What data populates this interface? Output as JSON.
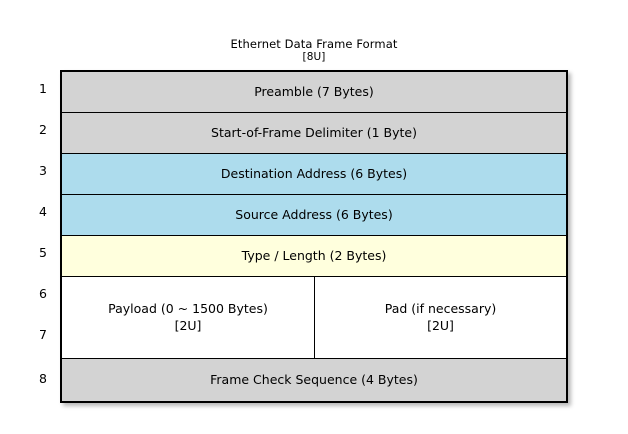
{
  "diagram": {
    "title": "Ethernet Data Frame Format",
    "subtitle": "[8U]",
    "row_numbers": [
      "1",
      "2",
      "3",
      "4",
      "5",
      "6",
      "7",
      "8"
    ],
    "colors": {
      "header_fill": "#d3d3d3",
      "address_fill": "#addced",
      "type_fill": "#ffffdd",
      "payload_fill": "#ffffff",
      "border": "#000000",
      "page_background": "#ffffff"
    },
    "rows": [
      {
        "number": "1",
        "label": "Preamble (7 Bytes)",
        "fill": "header_fill"
      },
      {
        "number": "2",
        "label": "Start-of-Frame Delimiter (1 Byte)",
        "fill": "header_fill"
      },
      {
        "number": "3",
        "label": "Destination Address (6 Bytes)",
        "fill": "address_fill"
      },
      {
        "number": "4",
        "label": "Source Address (6 Bytes)",
        "fill": "address_fill"
      },
      {
        "number": "5",
        "label": "Type / Length (2 Bytes)",
        "fill": "type_fill"
      },
      {
        "number": "6-7",
        "fill": "payload_fill",
        "split": true,
        "left": {
          "label": "Payload (0 ~ 1500 Bytes)",
          "sublabel": "[2U]"
        },
        "right": {
          "label": "Pad (if necessary)",
          "sublabel": "[2U]"
        }
      },
      {
        "number": "8",
        "label": "Frame Check Sequence (4 Bytes)",
        "fill": "header_fill"
      }
    ]
  }
}
